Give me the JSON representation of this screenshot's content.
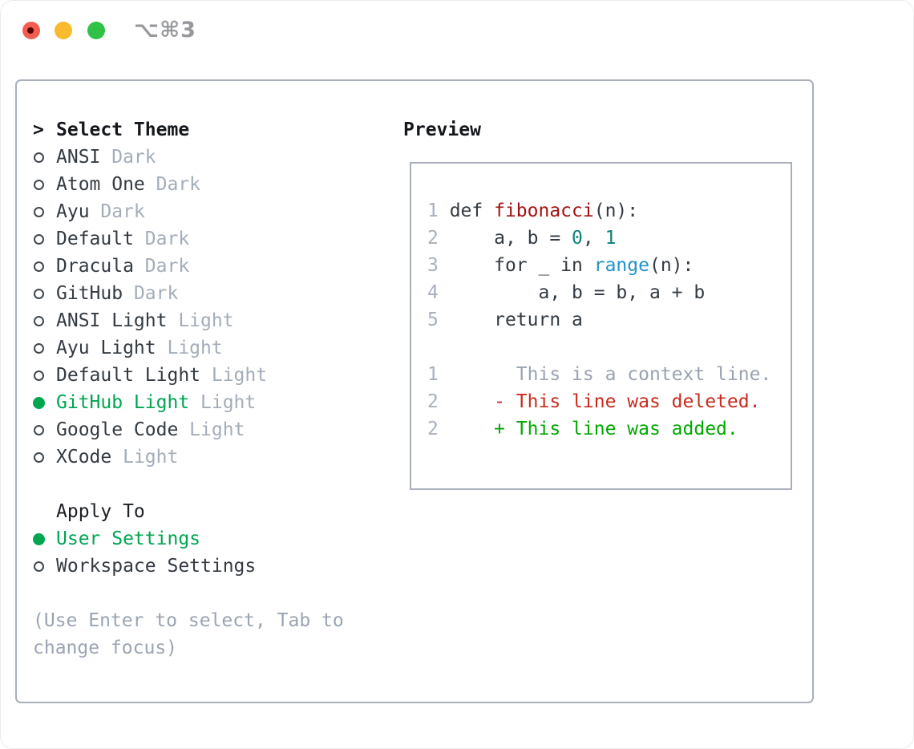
{
  "window": {
    "title": "⌥⌘3",
    "traffic_lights": {
      "close_color": "#f35c51",
      "close_modified_dot_color": "#560400",
      "minimize_color": "#f9bb2e",
      "zoom_color": "#30c146"
    }
  },
  "theme_menu": {
    "header_prefix": ">",
    "header": "Select Theme",
    "items": [
      {
        "label": "ANSI",
        "variant": "Dark",
        "selected": false
      },
      {
        "label": "Atom One",
        "variant": "Dark",
        "selected": false
      },
      {
        "label": "Ayu",
        "variant": "Dark",
        "selected": false
      },
      {
        "label": "Default",
        "variant": "Dark",
        "selected": false
      },
      {
        "label": "Dracula",
        "variant": "Dark",
        "selected": false
      },
      {
        "label": "GitHub",
        "variant": "Dark",
        "selected": false
      },
      {
        "label": "ANSI Light",
        "variant": "Light",
        "selected": false
      },
      {
        "label": "Ayu Light",
        "variant": "Light",
        "selected": false
      },
      {
        "label": "Default Light",
        "variant": "Light",
        "selected": false
      },
      {
        "label": "GitHub Light",
        "variant": "Light",
        "selected": true
      },
      {
        "label": "Google Code",
        "variant": "Light",
        "selected": false
      },
      {
        "label": "XCode",
        "variant": "Light",
        "selected": false
      }
    ]
  },
  "apply_to": {
    "header": "Apply To",
    "items": [
      {
        "label": "User Settings",
        "selected": true
      },
      {
        "label": "Workspace Settings",
        "selected": false
      }
    ]
  },
  "hint": {
    "line1": "(Use Enter to select, Tab to",
    "line2": "change focus)"
  },
  "preview": {
    "title": "Preview",
    "lines": [
      {
        "num": "1",
        "tokens": [
          [
            "fg",
            "def "
          ],
          [
            "fn",
            "fibonacci"
          ],
          [
            "fg",
            "(n):"
          ]
        ]
      },
      {
        "num": "2",
        "tokens": [
          [
            "fg",
            "    a, b = "
          ],
          [
            "lit",
            "0"
          ],
          [
            "fg",
            ", "
          ],
          [
            "lit",
            "1"
          ]
        ]
      },
      {
        "num": "3",
        "tokens": [
          [
            "fg",
            "    for _ in "
          ],
          [
            "bi",
            "range"
          ],
          [
            "fg",
            "(n):"
          ]
        ]
      },
      {
        "num": "4",
        "tokens": [
          [
            "fg",
            "        a, b = b, a + b"
          ]
        ]
      },
      {
        "num": "5",
        "tokens": [
          [
            "fg",
            "    return a"
          ]
        ]
      },
      {
        "blank": true
      },
      {
        "num": "1",
        "tokens": [
          [
            "ctx",
            "      This is a context line."
          ]
        ]
      },
      {
        "num": "2",
        "tokens": [
          [
            "del",
            "    - This line was deleted."
          ]
        ]
      },
      {
        "num": "2",
        "tokens": [
          [
            "add",
            "    + This line was added."
          ]
        ]
      }
    ]
  },
  "colors": {
    "accent_selected_green": "#00a550",
    "diff_added_green": "#00a800",
    "diff_deleted_red": "#c92c1e",
    "function_name_red": "#a31212",
    "builtin_blue": "#2093cc",
    "number_literal_teal": "#0e8279",
    "text_dark": "#333a42",
    "muted_gray": "#a3adba",
    "panel_border_gray": "#a9b0ba",
    "title_gray": "#98999d"
  }
}
